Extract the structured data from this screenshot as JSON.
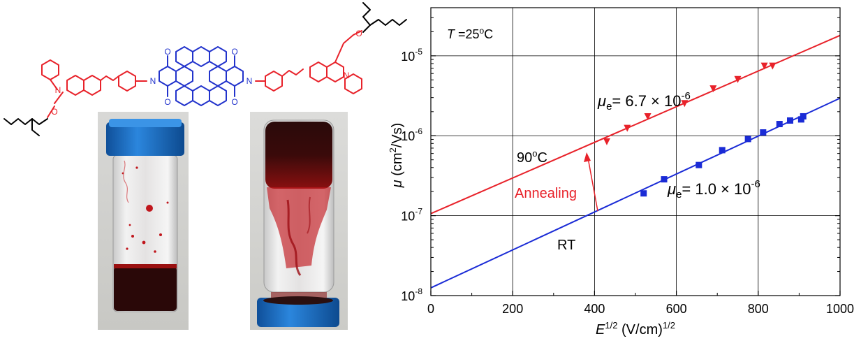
{
  "molecule": {
    "atom_labels": {
      "nitrogen": "N",
      "oxygen": "O"
    },
    "colors": {
      "donor": "#e8222a",
      "acceptor": "#2233cc",
      "alkyl": "#000000"
    }
  },
  "photos": {
    "vial_left": {
      "solution_color": "#2a0808",
      "cap_color": "#1b6fc4"
    },
    "vial_right": {
      "gel_color": "#b0141a",
      "cap_color": "#1b6fc4"
    }
  },
  "chart_data": {
    "type": "scatter",
    "title": "",
    "xlabel": "E^{1/2} (V/cm)^{1/2}",
    "xlabel_parts": {
      "main": "E",
      "sup": "1/2",
      "rest": " (V/cm)",
      "sup2": "1/2"
    },
    "ylabel": "μ (cm²/Vs)",
    "ylabel_parts": {
      "symbol": "μ",
      "open": "  (cm",
      "sup": "2",
      "close": "/Vs)"
    },
    "xlim": [
      0,
      1000
    ],
    "ylim": [
      1e-08,
      4e-05
    ],
    "yscale": "log",
    "grid": true,
    "x_ticks": [
      {
        "value": 0,
        "label": "0"
      },
      {
        "value": 200,
        "label": "200"
      },
      {
        "value": 400,
        "label": "400"
      },
      {
        "value": 600,
        "label": "600"
      },
      {
        "value": 800,
        "label": "800"
      },
      {
        "value": 1000,
        "label": "1000"
      }
    ],
    "y_ticks": [
      {
        "value": 1e-08,
        "base": "10",
        "exp": "-8"
      },
      {
        "value": 1e-07,
        "base": "10",
        "exp": "-7"
      },
      {
        "value": 1e-06,
        "base": "10",
        "exp": "-6"
      },
      {
        "value": 1e-05,
        "base": "10",
        "exp": "-5"
      }
    ],
    "series": [
      {
        "marker": "triangle-down",
        "color": "#e8222a",
        "points": [
          [
            430,
            8.5e-07
          ],
          [
            480,
            1.25e-06
          ],
          [
            530,
            1.75e-06
          ],
          [
            620,
            2.55e-06
          ],
          [
            690,
            3.9e-06
          ],
          [
            750,
            5.1e-06
          ],
          [
            815,
            7.5e-06
          ],
          [
            835,
            7.5e-06
          ]
        ],
        "fit": {
          "x": [
            0,
            1000
          ],
          "y": [
            1.06e-07,
            1.8e-05
          ]
        }
      },
      {
        "marker": "square",
        "color": "#1a2bd6",
        "points": [
          [
            520,
            1.9e-07
          ],
          [
            570,
            2.85e-07
          ],
          [
            655,
            4.3e-07
          ],
          [
            712,
            6.6e-07
          ],
          [
            775,
            9.1e-07
          ],
          [
            812,
            1.1e-06
          ],
          [
            852,
            1.4e-06
          ],
          [
            878,
            1.55e-06
          ],
          [
            905,
            1.6e-06
          ],
          [
            910,
            1.75e-06
          ]
        ],
        "fit": {
          "x": [
            0,
            1000
          ],
          "y": [
            1.25e-08,
            2.95e-06
          ]
        }
      }
    ],
    "annotations": {
      "temp": {
        "symbol": "T",
        "text": " =25",
        "sup": "o",
        "unit": "C"
      },
      "label_90": {
        "text": "90",
        "sup": "o",
        "unit": "C"
      },
      "label_rt": {
        "text": "RT"
      },
      "annealing": {
        "text": "Annealing"
      },
      "mu_red": {
        "symbol": "μ",
        "sub": "e",
        "text": "= 6.7 × 10",
        "sup": "-6"
      },
      "mu_blue": {
        "symbol": "μ",
        "sub": "e",
        "text": "= 1.0 × 10",
        "sup": "-6"
      }
    }
  }
}
